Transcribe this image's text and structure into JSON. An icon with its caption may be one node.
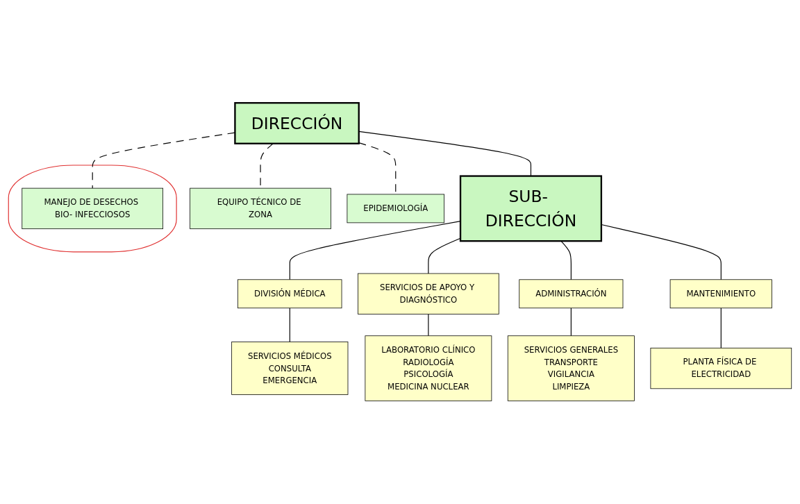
{
  "diagram": {
    "nodes": [
      {
        "text": [
          "DIRECCIÓN"
        ]
      },
      {
        "text": [
          "EQUIPO TÉCNICO DE ZONA"
        ]
      },
      {
        "text": [
          "EPIDEMIOLOGÍA"
        ]
      },
      {
        "text": [],
        "shape": "ellipse"
      },
      {
        "text": [
          "MANEJO DE DESECHOS BIO- INFECCIOSOS"
        ],
        "in": 3
      },
      {
        "text": [
          "SUB- DIRECCIÓN"
        ]
      },
      {
        "text": [
          "DIVISIÓN MÉDICA"
        ]
      },
      {
        "text": [
          "SERVICIOS DE APOYO Y DIAGNÓSTICO"
        ]
      },
      {
        "text": [
          "ADMINISTRACIÓN"
        ]
      },
      {
        "text": [
          "MANTENIMIENTO"
        ]
      },
      {
        "text": [
          "SERVICIOS MÉDICOS",
          "CONSULTA",
          "EMERGENCIA"
        ]
      },
      {
        "text": [
          "LABORATORIO CLÍNICO",
          "RADIOLOGÍA",
          "PSICOLOGÍA",
          "MEDICINA NUCLEAR"
        ]
      },
      {
        "text": [
          "SERVICIOS GENERALES",
          "TRANSPORTE",
          "VIGILANCIA",
          "LIMPIEZA"
        ]
      },
      {
        "text": [
          "PLANTA FÍSICA DE ELECTRICIDAD"
        ]
      }
    ],
    "edges": [
      {
        "from": 0,
        "to": 1,
        "arrow": "none",
        "style": "dashed"
      },
      {
        "from": 0,
        "to": 2,
        "arrow": "none",
        "style": "dashed"
      },
      {
        "from": 0,
        "to": 4,
        "arrow": "none",
        "style": "dashed"
      },
      {
        "from": 0,
        "to": 5,
        "arrow": "none"
      },
      {
        "from": 5,
        "to": 6,
        "arrow": "none"
      },
      {
        "from": 5,
        "to": 7,
        "arrow": "none"
      },
      {
        "from": 5,
        "to": 8,
        "arrow": "none"
      },
      {
        "from": 5,
        "to": 9,
        "arrow": "none"
      },
      {
        "from": 6,
        "to": 10,
        "arrow": "none"
      },
      {
        "from": 7,
        "to": 11,
        "arrow": "none"
      },
      {
        "from": 8,
        "to": 12,
        "arrow": "none"
      },
      {
        "from": 9,
        "to": 13,
        "arrow": "none"
      }
    ]
  }
}
